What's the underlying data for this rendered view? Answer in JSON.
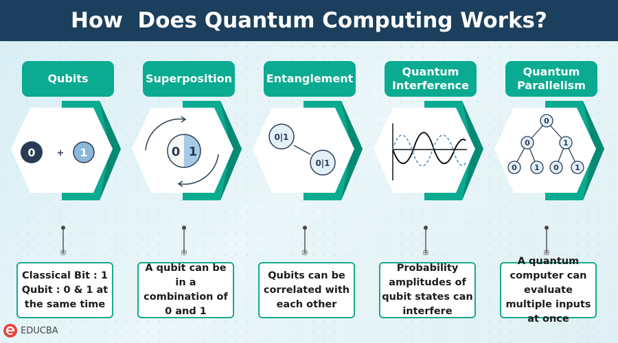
{
  "title": "How  Does Quantum Computing Works?",
  "logo": "EDUCBA",
  "colors": {
    "header": "#1b3f5c",
    "teal": "#0aab90",
    "navy": "#2a3b55",
    "lightblue": "#8ab8da"
  },
  "steps": [
    {
      "label": "Qubits",
      "desc": "Classical Bit : 1 Qubit : 0 & 1 at the same time",
      "icon": {
        "a": "0",
        "op": "+",
        "b": "1"
      }
    },
    {
      "label": "Superposition",
      "desc": "A qubit can be in a combination of 0 and 1",
      "icon": {
        "a": "0",
        "b": "1"
      }
    },
    {
      "label": "Entanglement",
      "desc": "Qubits can be correlated with each other",
      "icon": {
        "a": "0|1",
        "b": "0|1"
      }
    },
    {
      "label": "Quantum Interference",
      "desc": "Probability amplitudes of qubit states can interfere"
    },
    {
      "label": "Quantum Parallelism",
      "desc": "A quantum computer can evaluate multiple inputs at once",
      "icon": {
        "root": "0",
        "l1": "0",
        "r1": "1",
        "leaves": [
          "0",
          "1",
          "0",
          "1"
        ]
      }
    }
  ]
}
